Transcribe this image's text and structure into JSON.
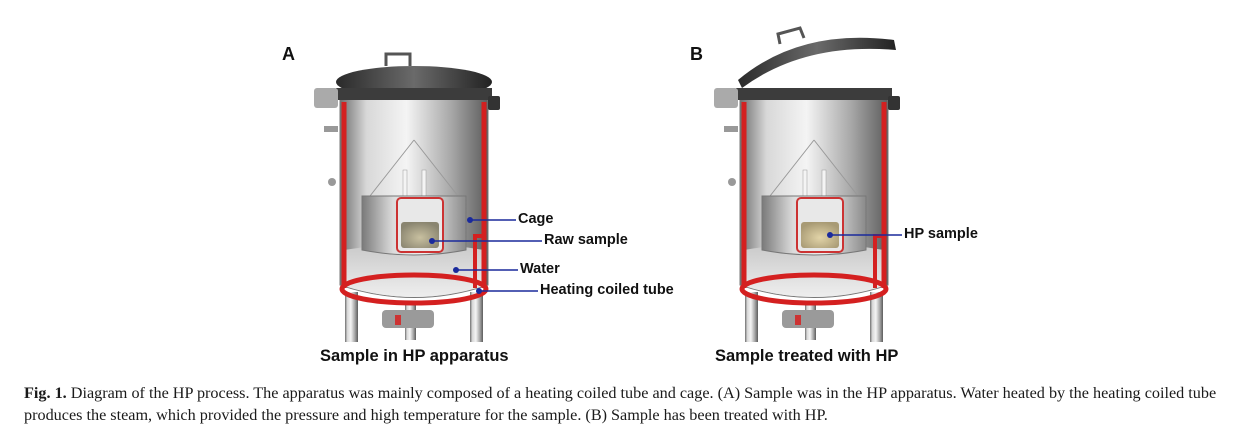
{
  "panels": [
    {
      "letter": "A",
      "subtitle": "Sample in HP apparatus",
      "annotations": [
        "Cage",
        "Raw sample",
        "Water",
        "Heating coiled tube"
      ]
    },
    {
      "letter": "B",
      "subtitle": "Sample treated with HP",
      "annotations": [
        "HP sample"
      ]
    }
  ],
  "caption": {
    "label": "Fig. 1.",
    "text": " Diagram of the HP process. The apparatus was mainly composed of a heating coiled tube and cage. (A) Sample was in the HP apparatus. Water heated by the heating coiled tube produces the steam, which provided the pressure and high temperature for the sample. (B) Sample has been treated with HP."
  },
  "colors": {
    "heating_tube": "#d42020",
    "leader_line": "#1a2a9c",
    "vessel_steel": "#9a9a9a",
    "lid": "#3a3a3a"
  }
}
